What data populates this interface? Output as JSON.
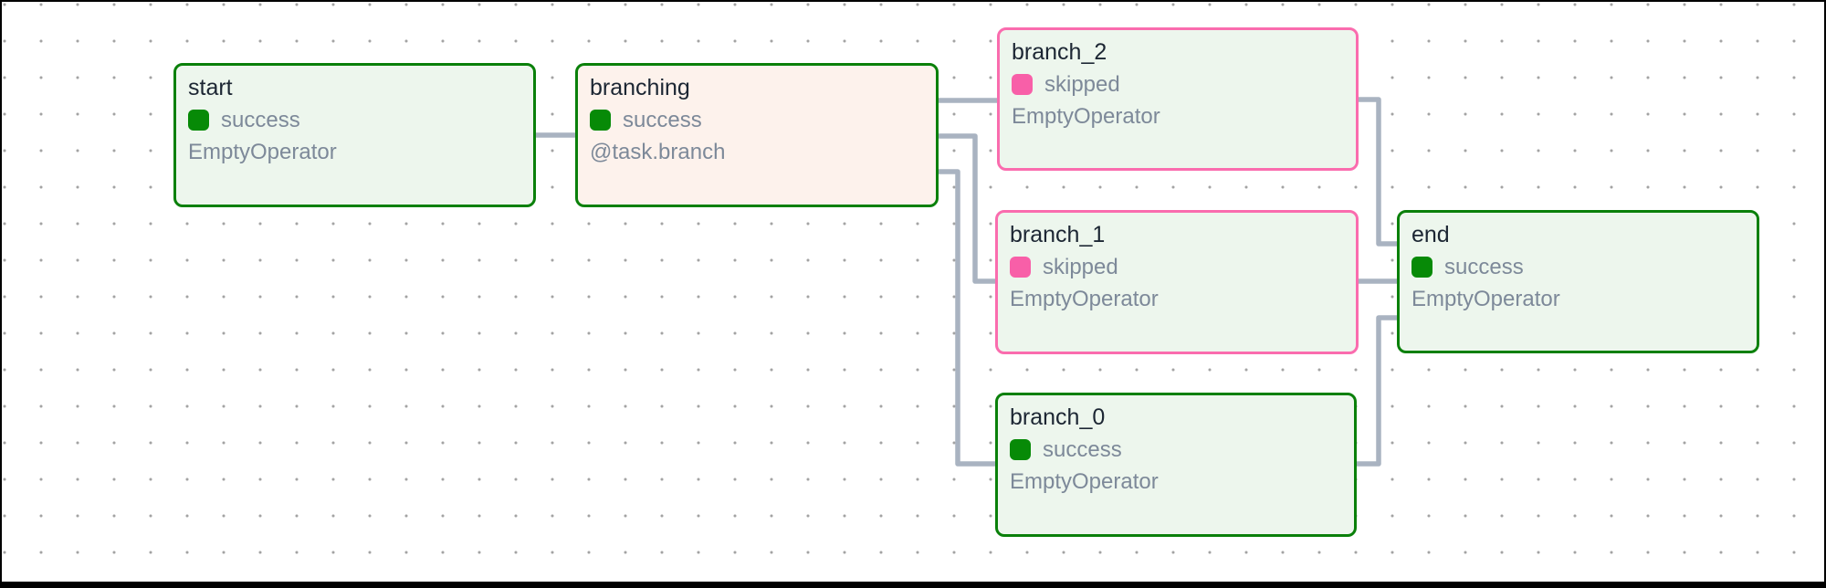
{
  "graph": {
    "edge_color": "#a9b3c1",
    "dot_color": "#a3a3a3",
    "frame_color": "#000000",
    "canvas_color": "#ffffff"
  },
  "status_colors": {
    "success": "#078a07",
    "skipped": "#f85fa8"
  },
  "node_colors": {
    "success_border": "#0a800a",
    "skipped_border": "#fa6cae",
    "green_background": "#edf6ed",
    "branching_background": "#fdf2ec"
  },
  "nodes": [
    {
      "id": "start",
      "title": "start",
      "status": "success",
      "status_color": "#078a07",
      "operator": "EmptyOperator"
    },
    {
      "id": "branching",
      "title": "branching",
      "status": "success",
      "status_color": "#078a07",
      "operator": "@task.branch"
    },
    {
      "id": "branch_2",
      "title": "branch_2",
      "status": "skipped",
      "status_color": "#f85fa8",
      "operator": "EmptyOperator"
    },
    {
      "id": "branch_1",
      "title": "branch_1",
      "status": "skipped",
      "status_color": "#f85fa8",
      "operator": "EmptyOperator"
    },
    {
      "id": "branch_0",
      "title": "branch_0",
      "status": "success",
      "status_color": "#078a07",
      "operator": "EmptyOperator"
    },
    {
      "id": "end",
      "title": "end",
      "status": "success",
      "status_color": "#078a07",
      "operator": "EmptyOperator"
    }
  ],
  "edges": [
    {
      "from": "start",
      "to": "branching"
    },
    {
      "from": "branching",
      "to": "branch_2"
    },
    {
      "from": "branching",
      "to": "branch_1"
    },
    {
      "from": "branching",
      "to": "branch_0"
    },
    {
      "from": "branch_2",
      "to": "end"
    },
    {
      "from": "branch_1",
      "to": "end"
    },
    {
      "from": "branch_0",
      "to": "end"
    }
  ]
}
